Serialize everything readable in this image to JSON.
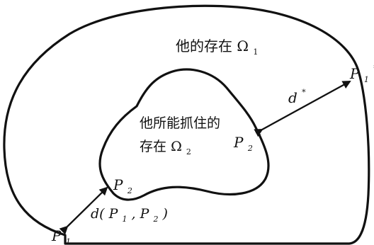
{
  "diagram": {
    "outer_region_label": {
      "prefix": "他的存在",
      "symbol": "Ω",
      "subscript": "1"
    },
    "inner_region_label": {
      "line1": "他所能抓住的",
      "line2_prefix": "存在",
      "line2_symbol": "Ω",
      "line2_subscript": "2"
    },
    "points": {
      "p1_star": {
        "base": "P",
        "subscript": "1",
        "superscript": "*"
      },
      "p2_star": {
        "base": "P",
        "subscript": "2",
        "superscript": "*"
      },
      "p1": {
        "base": "P",
        "subscript": "1"
      },
      "p2": {
        "base": "P",
        "subscript": "2"
      }
    },
    "distances": {
      "d_star": {
        "base": "d",
        "superscript": "*"
      },
      "d_p1_p2": {
        "prefix": "d(",
        "p1_base": "P",
        "p1_sub": "1",
        "separator": ",",
        "p2_base": "P",
        "p2_sub": "2",
        "suffix": ")"
      }
    },
    "colors": {
      "stroke": "#111111",
      "background": "#ffffff"
    }
  }
}
